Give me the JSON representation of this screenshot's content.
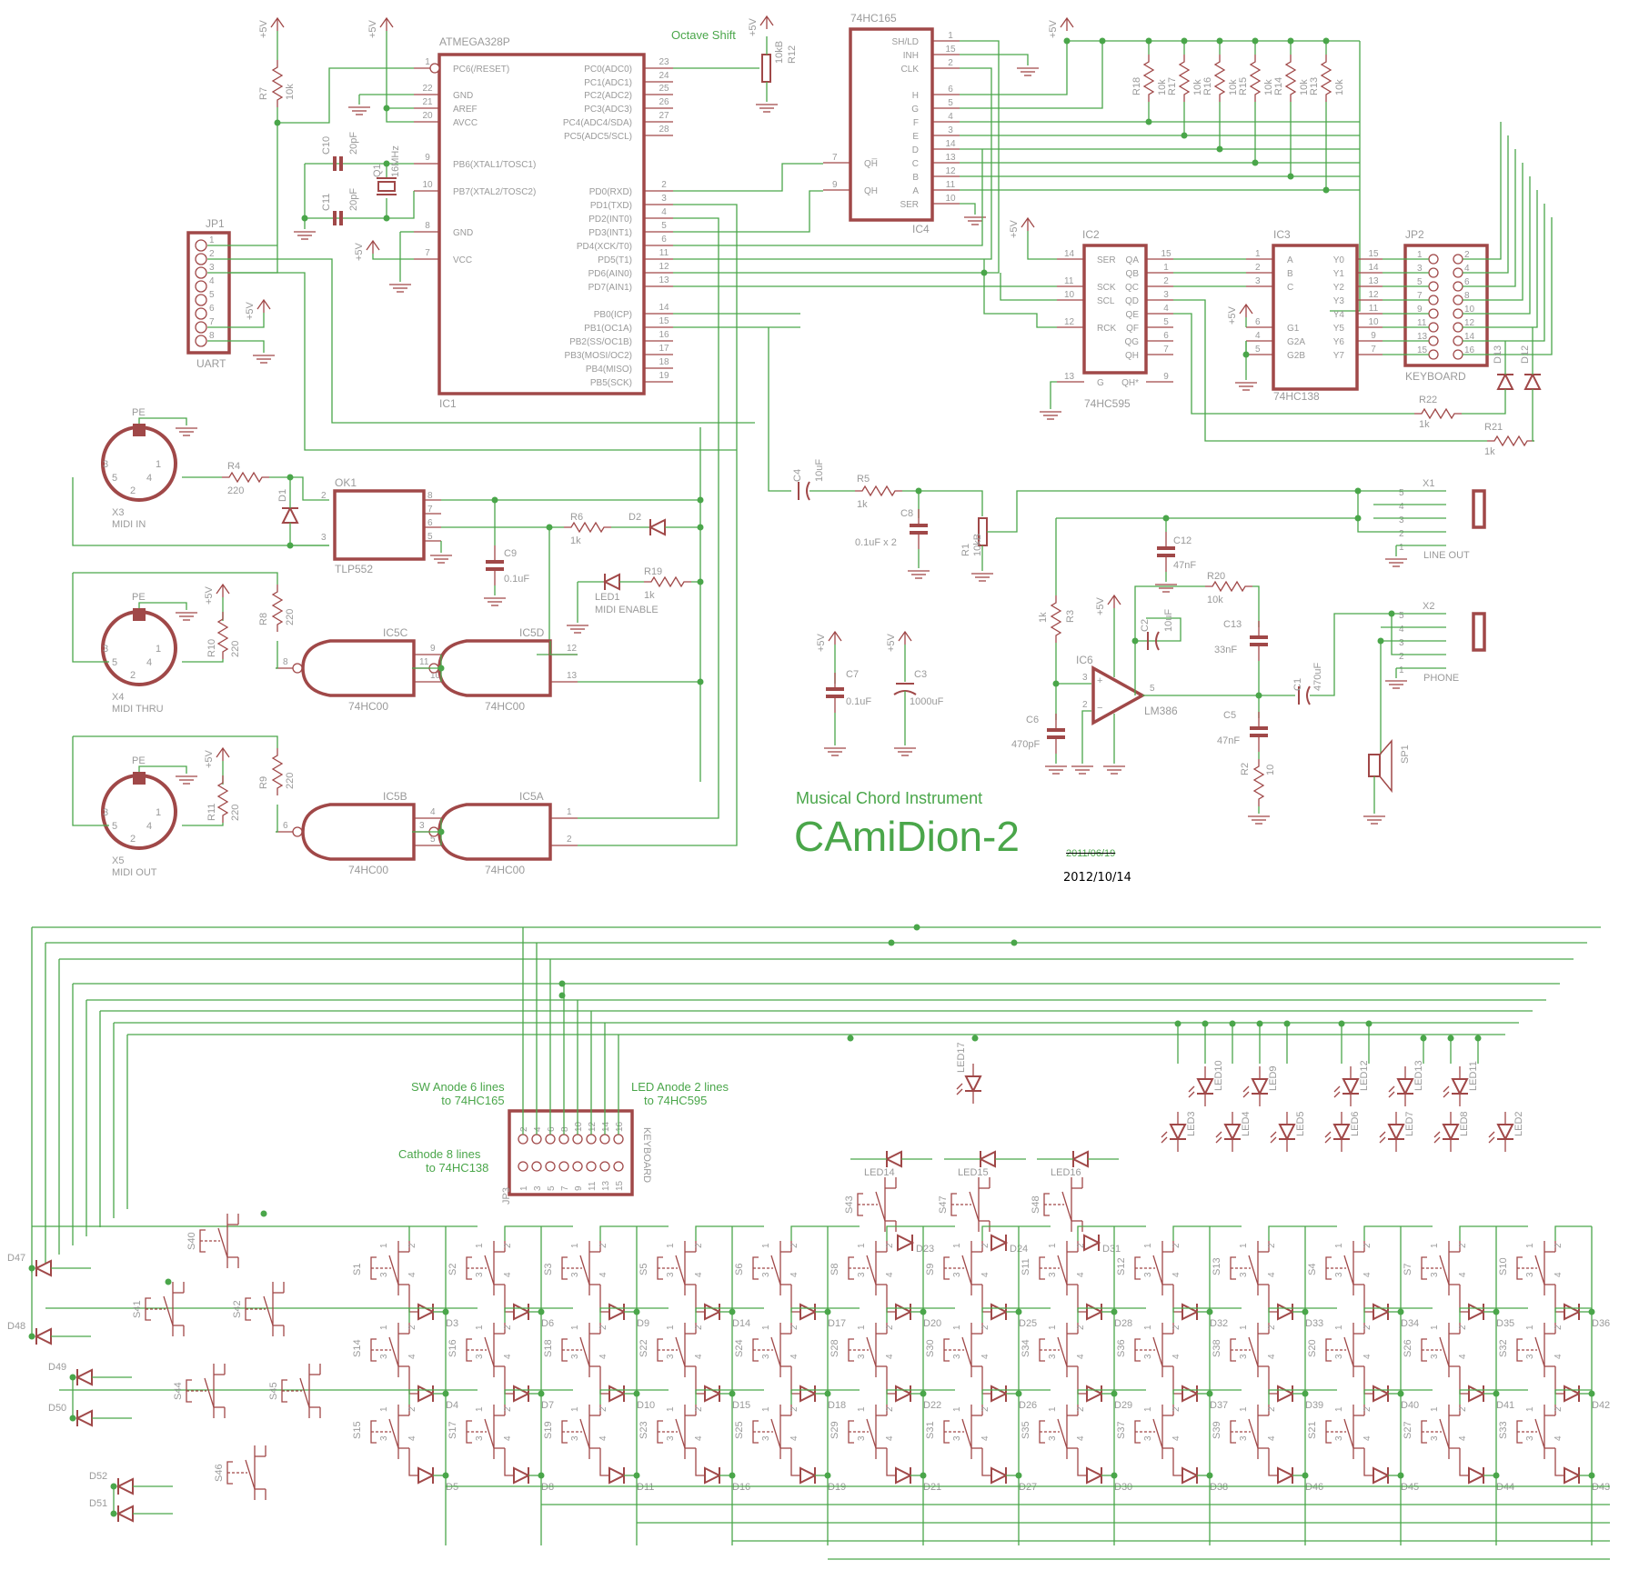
{
  "title": {
    "subtitle": "Musical Chord Instrument",
    "name": "CAmiDion-2",
    "old_date": "2011/06/19",
    "date": "2012/10/14"
  },
  "annotations": {
    "octave_shift": "Octave Shift",
    "sw_anode_1": "SW Anode 6 lines",
    "sw_anode_2": "to 74HC165",
    "led_anode_1": "LED Anode 2 lines",
    "led_anode_2": "to 74HC595",
    "cathode_1": "Cathode 8 lines",
    "cathode_2": "to 74HC138"
  },
  "power": {
    "vcc": "+5V"
  },
  "ic1": {
    "ref": "IC1",
    "part": "ATMEGA328P",
    "left_pins": [
      {
        "num": "1",
        "name": "PC6(/RESET)"
      },
      {
        "num": "22",
        "name": "GND"
      },
      {
        "num": "21",
        "name": "AREF"
      },
      {
        "num": "20",
        "name": "AVCC"
      },
      {
        "num": "9",
        "name": "PB6(XTAL1/TOSC1)"
      },
      {
        "num": "10",
        "name": "PB7(XTAL2/TOSC2)"
      },
      {
        "num": "8",
        "name": "GND"
      },
      {
        "num": "7",
        "name": "VCC"
      }
    ],
    "right_pins": [
      {
        "num": "23",
        "name": "PC0(ADC0)"
      },
      {
        "num": "24",
        "name": "PC1(ADC1)"
      },
      {
        "num": "25",
        "name": "PC2(ADC2)"
      },
      {
        "num": "26",
        "name": "PC3(ADC3)"
      },
      {
        "num": "27",
        "name": "PC4(ADC4/SDA)"
      },
      {
        "num": "28",
        "name": "PC5(ADC5/SCL)"
      },
      {
        "num": "2",
        "name": "PD0(RXD)"
      },
      {
        "num": "3",
        "name": "PD1(TXD)"
      },
      {
        "num": "4",
        "name": "PD2(INT0)"
      },
      {
        "num": "5",
        "name": "PD3(INT1)"
      },
      {
        "num": "6",
        "name": "PD4(XCK/T0)"
      },
      {
        "num": "11",
        "name": "PD5(T1)"
      },
      {
        "num": "12",
        "name": "PD6(AIN0)"
      },
      {
        "num": "13",
        "name": "PD7(AIN1)"
      },
      {
        "num": "14",
        "name": "PB0(ICP)"
      },
      {
        "num": "15",
        "name": "PB1(OC1A)"
      },
      {
        "num": "16",
        "name": "PB2(SS/OC1B)"
      },
      {
        "num": "17",
        "name": "PB3(MOSI/OC2)"
      },
      {
        "num": "18",
        "name": "PB4(MISO)"
      },
      {
        "num": "19",
        "name": "PB5(SCK)"
      }
    ]
  },
  "ic4": {
    "ref": "IC4",
    "part": "74HC165",
    "right_pins": [
      {
        "num": "1",
        "name": "SH/LD"
      },
      {
        "num": "15",
        "name": "INH"
      },
      {
        "num": "2",
        "name": "CLK"
      },
      {
        "num": "6",
        "name": "H"
      },
      {
        "num": "5",
        "name": "G"
      },
      {
        "num": "4",
        "name": "F"
      },
      {
        "num": "3",
        "name": "E"
      },
      {
        "num": "14",
        "name": "D"
      },
      {
        "num": "13",
        "name": "C"
      },
      {
        "num": "12",
        "name": "B"
      },
      {
        "num": "11",
        "name": "A"
      },
      {
        "num": "10",
        "name": "SER"
      }
    ],
    "left_pins": [
      {
        "num": "7",
        "name": "QH̅"
      },
      {
        "num": "9",
        "name": "QH"
      }
    ]
  },
  "ic2": {
    "ref": "IC2",
    "part": "74HC595",
    "left_pins": [
      {
        "num": "14",
        "name": "SER"
      },
      {
        "num": "11",
        "name": "SCK"
      },
      {
        "num": "10",
        "name": "SCL"
      },
      {
        "num": "12",
        "name": "RCK"
      },
      {
        "num": "13",
        "name": "G"
      }
    ],
    "right_pins": [
      {
        "num": "15",
        "name": "QA"
      },
      {
        "num": "1",
        "name": "QB"
      },
      {
        "num": "2",
        "name": "QC"
      },
      {
        "num": "3",
        "name": "QD"
      },
      {
        "num": "4",
        "name": "QE"
      },
      {
        "num": "5",
        "name": "QF"
      },
      {
        "num": "6",
        "name": "QG"
      },
      {
        "num": "7",
        "name": "QH"
      },
      {
        "num": "9",
        "name": "QH*"
      }
    ]
  },
  "ic3": {
    "ref": "IC3",
    "part": "74HC138",
    "left_pins": [
      {
        "num": "1",
        "name": "A"
      },
      {
        "num": "2",
        "name": "B"
      },
      {
        "num": "3",
        "name": "C"
      },
      {
        "num": "6",
        "name": "G1"
      },
      {
        "num": "4",
        "name": "G2A"
      },
      {
        "num": "5",
        "name": "G2B"
      }
    ],
    "right_pins": [
      {
        "num": "15",
        "name": "Y0"
      },
      {
        "num": "14",
        "name": "Y1"
      },
      {
        "num": "13",
        "name": "Y2"
      },
      {
        "num": "12",
        "name": "Y3"
      },
      {
        "num": "11",
        "name": "Y4"
      },
      {
        "num": "10",
        "name": "Y5"
      },
      {
        "num": "9",
        "name": "Y6"
      },
      {
        "num": "7",
        "name": "Y7"
      }
    ]
  },
  "jp2": {
    "ref": "JP2",
    "part": "KEYBOARD",
    "odd": [
      "1",
      "3",
      "5",
      "7",
      "9",
      "11",
      "13",
      "15"
    ],
    "even": [
      "2",
      "4",
      "6",
      "8",
      "10",
      "12",
      "14",
      "16"
    ]
  },
  "jp3": {
    "ref": "JP3",
    "part": "KEYBOARD",
    "odd": [
      "1",
      "3",
      "5",
      "7",
      "9",
      "11",
      "13",
      "15"
    ],
    "even": [
      "2",
      "4",
      "6",
      "8",
      "10",
      "12",
      "14",
      "16"
    ]
  },
  "jp1": {
    "ref": "JP1",
    "part": "UART",
    "pins": [
      "1",
      "2",
      "3",
      "4",
      "5",
      "6",
      "7",
      "8"
    ]
  },
  "pullups": [
    {
      "ref": "R18",
      "val": "10k"
    },
    {
      "ref": "R17",
      "val": "10k"
    },
    {
      "ref": "R16",
      "val": "10k"
    },
    {
      "ref": "R15",
      "val": "10k"
    },
    {
      "ref": "R14",
      "val": "10k"
    },
    {
      "ref": "R13",
      "val": "10k"
    }
  ],
  "parts": {
    "r7": {
      "ref": "R7",
      "val": "10k"
    },
    "r12": {
      "ref": "R12",
      "val": "10kB"
    },
    "c10": {
      "ref": "C10",
      "val": "20pF"
    },
    "c11": {
      "ref": "C11",
      "val": "20pF"
    },
    "q1": {
      "ref": "Q1",
      "val": "16MHz"
    },
    "r4": {
      "ref": "R4",
      "val": "220"
    },
    "d1": {
      "ref": "D1"
    },
    "ok1": {
      "ref": "OK1",
      "val": "TLP552"
    },
    "c9": {
      "ref": "C9",
      "val": "0.1uF"
    },
    "r6": {
      "ref": "R6",
      "val": "1k"
    },
    "d2": {
      "ref": "D2"
    },
    "led1": {
      "ref": "LED1",
      "val": "MIDI ENABLE"
    },
    "r19": {
      "ref": "R19",
      "val": "1k"
    },
    "r8": {
      "ref": "R8",
      "val": "220"
    },
    "r10": {
      "ref": "R10",
      "val": "220"
    },
    "r9": {
      "ref": "R9",
      "val": "220"
    },
    "r11": {
      "ref": "R11",
      "val": "220"
    },
    "ic5c": {
      "ref": "IC5C",
      "val": "74HC00"
    },
    "ic5d": {
      "ref": "IC5D",
      "val": "74HC00"
    },
    "ic5b": {
      "ref": "IC5B",
      "val": "74HC00"
    },
    "ic5a": {
      "ref": "IC5A",
      "val": "74HC00"
    },
    "x3": {
      "ref": "X3",
      "val": "MIDI IN"
    },
    "x4": {
      "ref": "X4",
      "val": "MIDI THRU"
    },
    "x5": {
      "ref": "X5",
      "val": "MIDI OUT"
    },
    "pe": "PE",
    "c4": {
      "ref": "C4",
      "val": "10uF"
    },
    "r5": {
      "ref": "R5",
      "val": "1k"
    },
    "c8": {
      "ref": "C8",
      "val": "0.1uF x 2"
    },
    "r1": {
      "ref": "R1",
      "val": "10kB"
    },
    "c12": {
      "ref": "C12",
      "val": "47nF"
    },
    "x1": {
      "ref": "X1",
      "val": "LINE OUT"
    },
    "x2": {
      "ref": "X2",
      "val": "PHONE"
    },
    "r3": {
      "ref": "R3",
      "val": "1k"
    },
    "r20": {
      "ref": "R20",
      "val": "10k"
    },
    "c2": {
      "ref": "C2",
      "val": "10uF"
    },
    "c13": {
      "ref": "C13",
      "val": "33nF"
    },
    "ic6": {
      "ref": "IC6",
      "val": "LM386"
    },
    "c6": {
      "ref": "C6",
      "val": "470pF"
    },
    "c5": {
      "ref": "C5",
      "val": "47nF"
    },
    "r2": {
      "ref": "R2",
      "val": "10"
    },
    "c1": {
      "ref": "C1",
      "val": "470uF"
    },
    "sp1": {
      "ref": "SP1"
    },
    "c7": {
      "ref": "C7",
      "val": "0.1uF"
    },
    "c3": {
      "ref": "C3",
      "val": "1000uF"
    },
    "r22": {
      "ref": "R22",
      "val": "1k"
    },
    "r21": {
      "ref": "R21",
      "val": "1k"
    },
    "d13": {
      "ref": "D13"
    },
    "d12": {
      "ref": "D12"
    }
  },
  "top_leds": [
    {
      "ref": "LED14"
    },
    {
      "ref": "LED15"
    },
    {
      "ref": "LED16"
    },
    {
      "ref": "LED17"
    }
  ],
  "right_leds_upper": [
    "LED10",
    "LED9",
    "LED12",
    "LED13",
    "LED11"
  ],
  "right_leds_lower": [
    "LED3",
    "LED4",
    "LED5",
    "LED6",
    "LED7",
    "LED8",
    "LED2"
  ],
  "top_switches": [
    {
      "sw": "S43",
      "d": "D23"
    },
    {
      "sw": "S47",
      "d": "D24"
    },
    {
      "sw": "S48",
      "d": "D31"
    }
  ],
  "switch_matrix": [
    [
      {
        "sw": "S1",
        "d": "D3"
      },
      {
        "sw": "S2",
        "d": "D6"
      },
      {
        "sw": "S3",
        "d": "D9"
      },
      {
        "sw": "S5",
        "d": "D14"
      },
      {
        "sw": "S6",
        "d": "D17"
      },
      {
        "sw": "S8",
        "d": "D20"
      },
      {
        "sw": "S9",
        "d": "D25"
      },
      {
        "sw": "S11",
        "d": "D28"
      },
      {
        "sw": "S12",
        "d": "D32"
      },
      {
        "sw": "S13",
        "d": "D33"
      },
      {
        "sw": "S4",
        "d": "D34"
      },
      {
        "sw": "S7",
        "d": "D35"
      },
      {
        "sw": "S10",
        "d": "D36"
      }
    ],
    [
      {
        "sw": "S14",
        "d": "D4"
      },
      {
        "sw": "S16",
        "d": "D7"
      },
      {
        "sw": "S18",
        "d": "D10"
      },
      {
        "sw": "S22",
        "d": "D15"
      },
      {
        "sw": "S24",
        "d": "D18"
      },
      {
        "sw": "S28",
        "d": "D22"
      },
      {
        "sw": "S30",
        "d": "D26"
      },
      {
        "sw": "S34",
        "d": "D29"
      },
      {
        "sw": "S36",
        "d": "D37"
      },
      {
        "sw": "S38",
        "d": "D39"
      },
      {
        "sw": "S20",
        "d": "D40"
      },
      {
        "sw": "S26",
        "d": "D41"
      },
      {
        "sw": "S32",
        "d": "D42"
      }
    ],
    [
      {
        "sw": "S15",
        "d": "D5"
      },
      {
        "sw": "S17",
        "d": "D8"
      },
      {
        "sw": "S19",
        "d": "D11"
      },
      {
        "sw": "S23",
        "d": "D16"
      },
      {
        "sw": "S25",
        "d": "D19"
      },
      {
        "sw": "S29",
        "d": "D21"
      },
      {
        "sw": "S31",
        "d": "D27"
      },
      {
        "sw": "S35",
        "d": "D30"
      },
      {
        "sw": "S37",
        "d": "D38"
      },
      {
        "sw": "S39",
        "d": "D46"
      },
      {
        "sw": "S21",
        "d": "D45"
      },
      {
        "sw": "S27",
        "d": "D44"
      },
      {
        "sw": "S33",
        "d": "D43"
      }
    ]
  ],
  "left_switches": [
    "S40",
    "S41",
    "S42",
    "S44",
    "S45",
    "S46"
  ],
  "left_diodes": [
    "D47",
    "D48",
    "D49",
    "D50",
    "D52",
    "D51"
  ]
}
